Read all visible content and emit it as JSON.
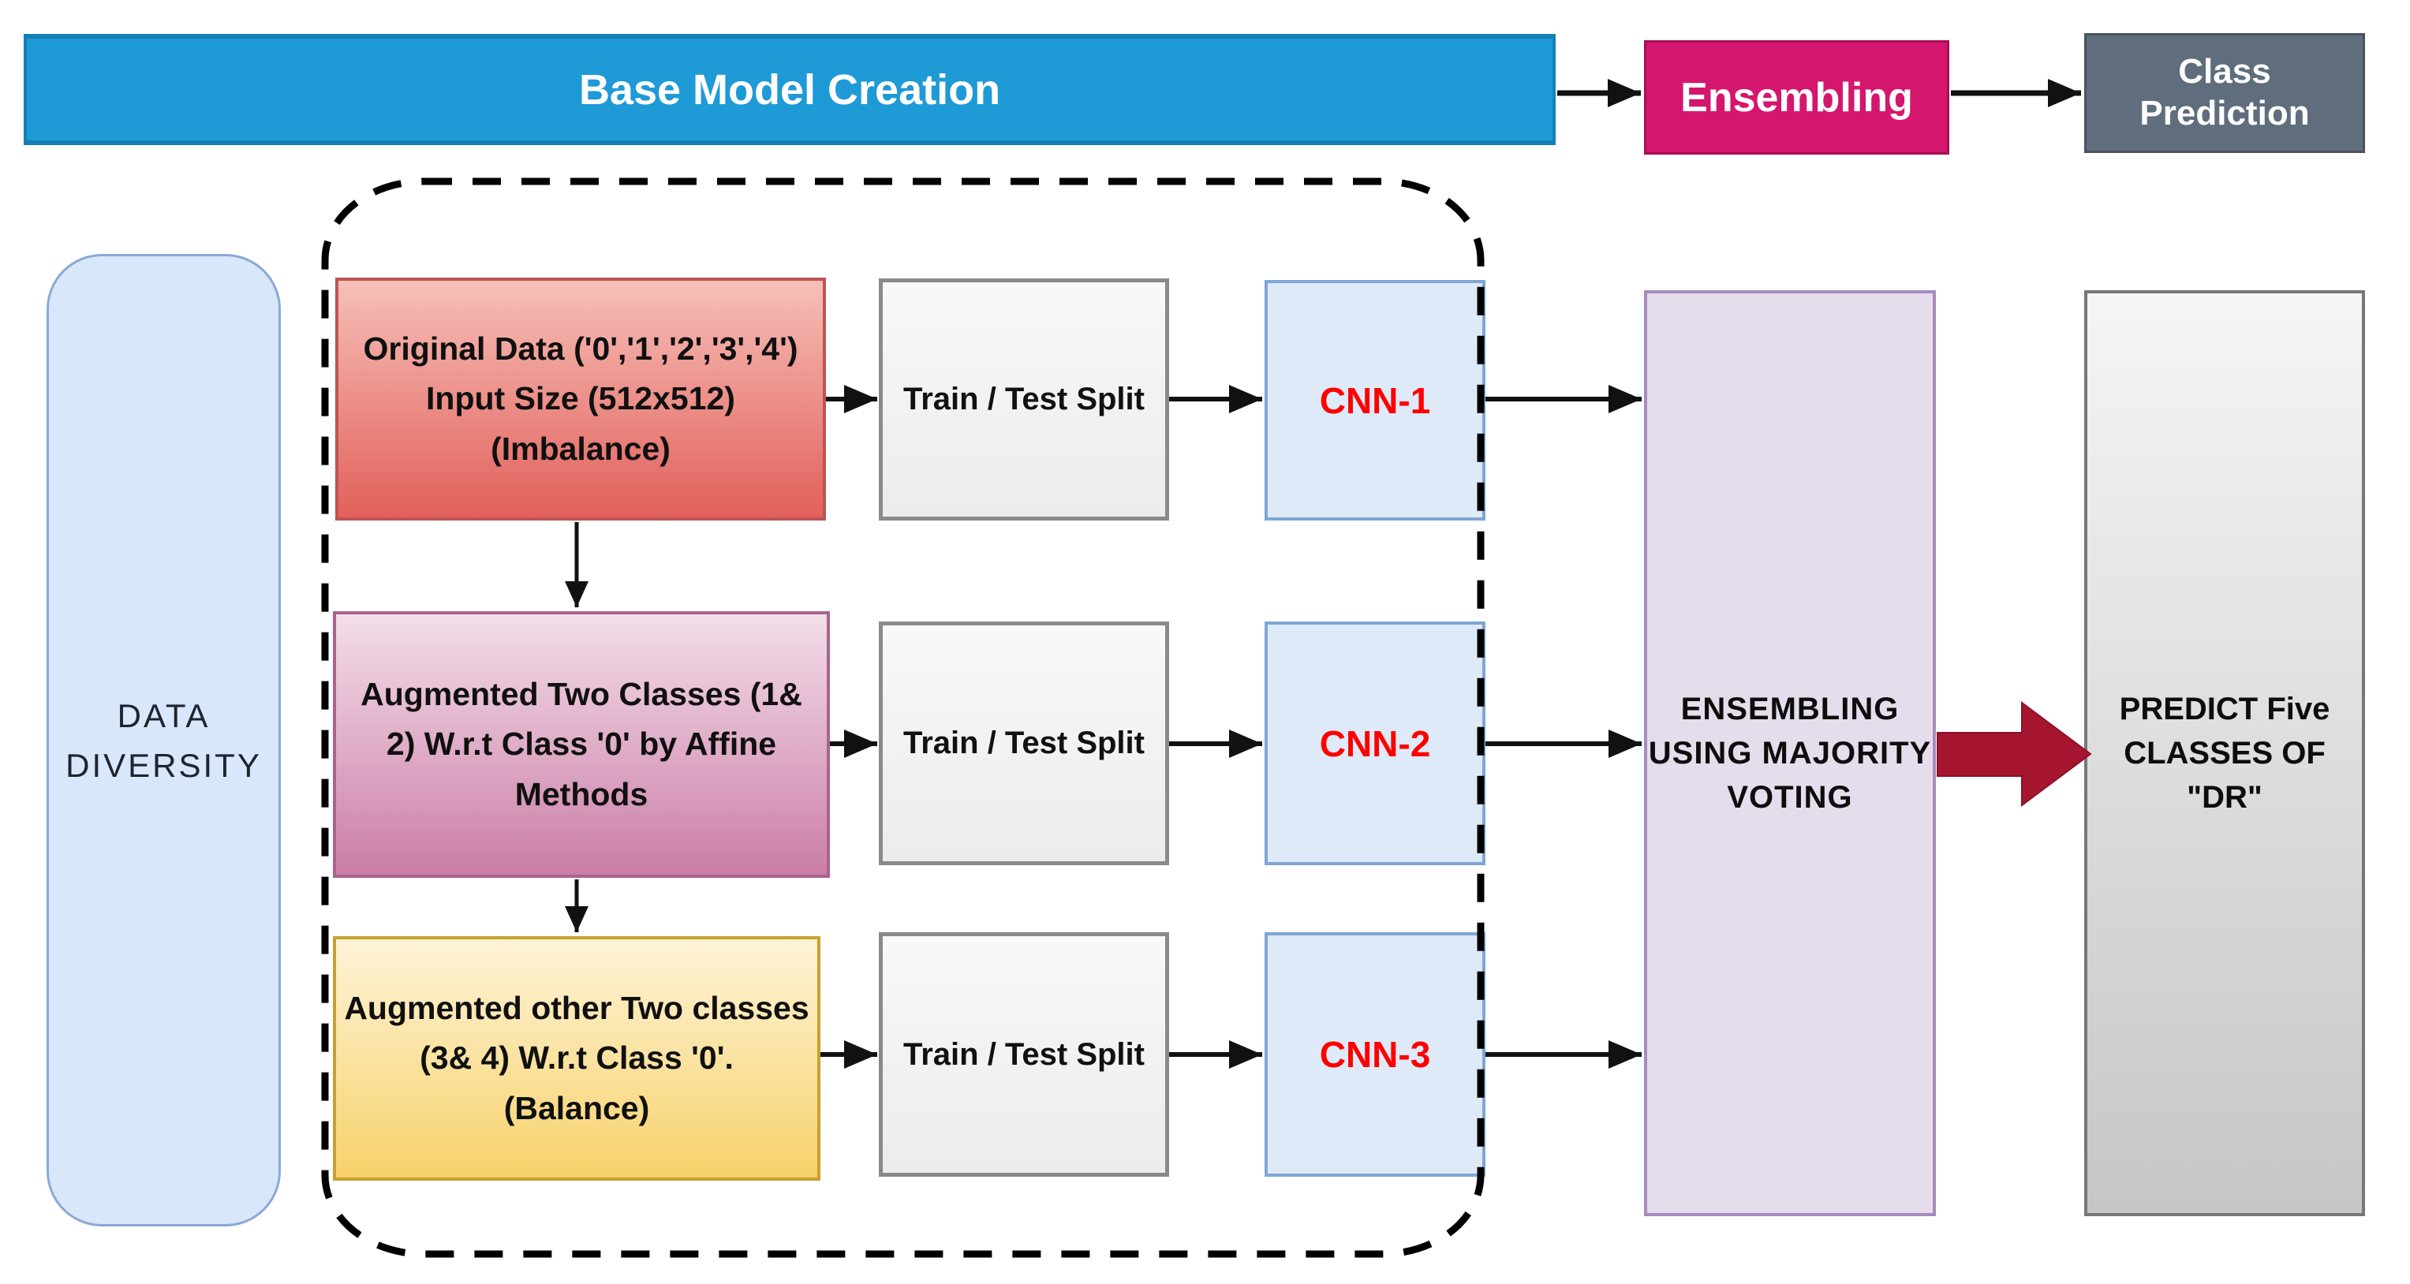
{
  "colors": {
    "base_model_bar": "#1E9AD6",
    "ensembling_stage": "#D4166E",
    "class_prediction_stage": "#5F6D7D",
    "data_diversity_box": "#D9E7FA",
    "original_data_box": "#E2605B",
    "augmented_12_box": "#CB7EA7",
    "augmented_34_box": "#F7D26B",
    "train_test_box": "#F8F8F8",
    "cnn_box": "#DEEAF8",
    "cnn_label": "#FF0000",
    "ensemble_box": "#E6DDEC",
    "predict_box": "#C6C6C6",
    "block_arrow": "#A6152F"
  },
  "header": {
    "base_model": "Base Model Creation",
    "ensembling": "Ensembling",
    "class_prediction": "Class\nPrediction"
  },
  "left_panel": {
    "label": "DATA\nDIVERSITY"
  },
  "rows": [
    {
      "source": "Original Data ('0','1','2','3','4')\nInput Size (512x512)\n(Imbalance)",
      "split": "Train / Test Split",
      "cnn": "CNN-1"
    },
    {
      "source": "Augmented Two Classes (1&\n2) W.r.t Class '0' by Affine\nMethods",
      "split": "Train / Test Split",
      "cnn": "CNN-2"
    },
    {
      "source": "Augmented other Two classes\n(3& 4) W.r.t Class '0'.\n(Balance)",
      "split": "Train / Test Split",
      "cnn": "CNN-3"
    }
  ],
  "ensemble_panel": {
    "label": "ENSEMBLING\nUSING MAJORITY\nVOTING"
  },
  "predict_panel": {
    "label": "PREDICT Five\nCLASSES OF\n\"DR\""
  }
}
